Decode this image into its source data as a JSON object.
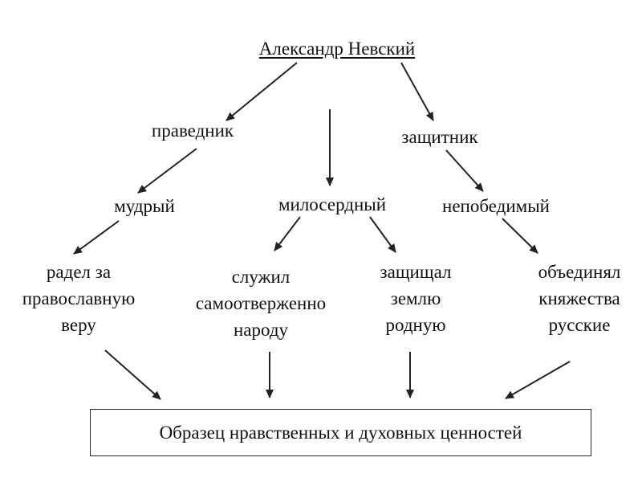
{
  "diagram": {
    "root": "Александр Невский",
    "level1": {
      "left": "праведник",
      "right": "защитник"
    },
    "level2": {
      "left": "мудрый",
      "center": "милосердный",
      "right": "непобедимый"
    },
    "level3": {
      "a": [
        "радел за",
        "православную",
        "веру"
      ],
      "b": [
        "служил",
        "самоотверженно",
        "народу"
      ],
      "c": [
        "защищал",
        "землю",
        "родную"
      ],
      "d": [
        "объединял",
        "княжества",
        "русские"
      ]
    },
    "result": "Образец нравственных и духовных ценностей"
  },
  "colors": {
    "text": "#111111",
    "line": "#222222",
    "background": "#ffffff"
  }
}
